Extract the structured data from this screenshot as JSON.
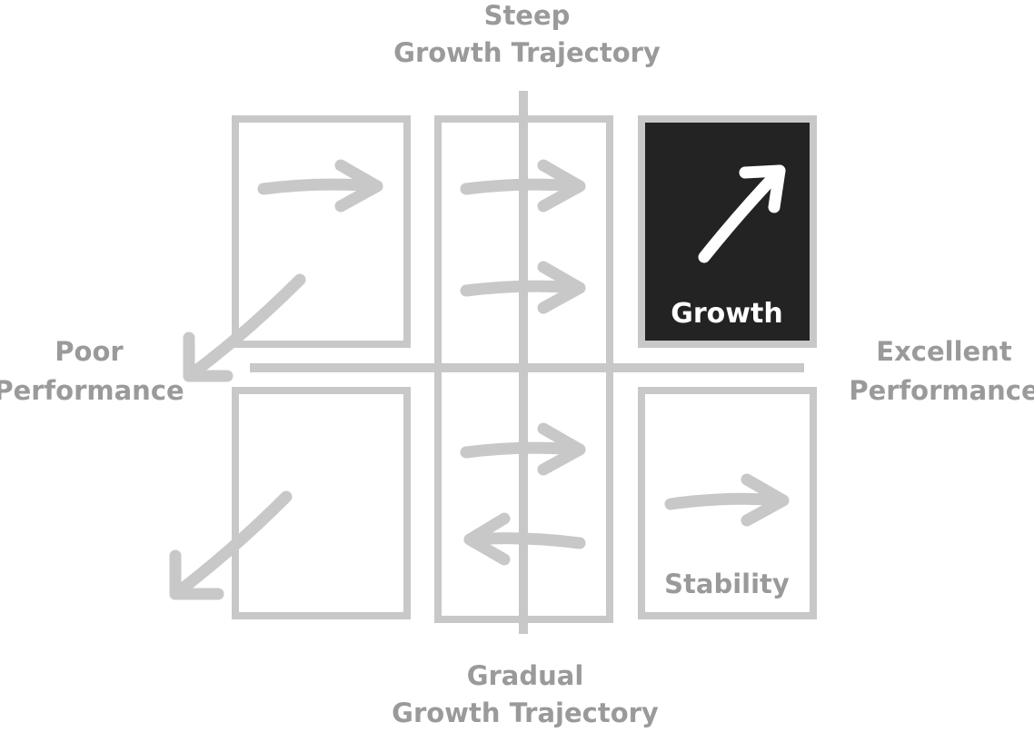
{
  "axes": {
    "top_line1": "Steep",
    "top_line2": "Growth Trajectory",
    "bottom_line1": "Gradual",
    "bottom_line2": "Growth Trajectory",
    "left_line1": "Poor",
    "left_line2": "Performance",
    "right_line1": "Excellent",
    "right_line2": "Performance"
  },
  "quadrants": {
    "top_right_label": "Growth",
    "bottom_right_label": "Stability"
  },
  "colors": {
    "highlight_fill": "#232323",
    "line_gray": "#c8c8c8",
    "text_gray": "#9a9a9a"
  }
}
